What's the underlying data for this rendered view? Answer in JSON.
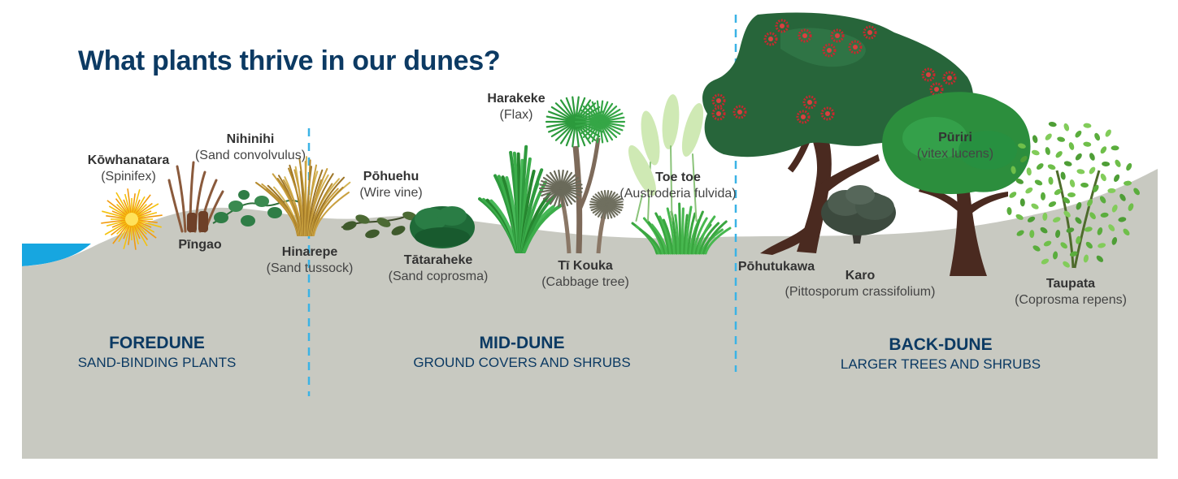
{
  "title": "What plants thrive in our dunes?",
  "zones": [
    {
      "name": "FOREDUNE",
      "description": "SAND-BINDING PLANTS"
    },
    {
      "name": "MID-DUNE",
      "description": "GROUND COVERS AND SHRUBS"
    },
    {
      "name": "BACK-DUNE",
      "description": "LARGER TREES AND SHRUBS"
    }
  ],
  "plants": [
    {
      "name": "Kōwhanatara",
      "alt": "(Spinifex)"
    },
    {
      "name": "Nihinihi",
      "alt": "(Sand convolvulus)"
    },
    {
      "name": "Pīngao",
      "alt": ""
    },
    {
      "name": "Hinarepe",
      "alt": "(Sand tussock)"
    },
    {
      "name": "Pōhuehu",
      "alt": "(Wire vine)"
    },
    {
      "name": "Tātaraheke",
      "alt": "(Sand coprosma)"
    },
    {
      "name": "Harakeke",
      "alt": "(Flax)"
    },
    {
      "name": "Tī Kouka",
      "alt": "(Cabbage tree)"
    },
    {
      "name": "Toe toe",
      "alt": "(Austroderia fulvida)"
    },
    {
      "name": "Pōhutukawa",
      "alt": ""
    },
    {
      "name": "Karo",
      "alt": "(Pittosporum crassifolium)"
    },
    {
      "name": "Pūriri",
      "alt": "(vitex lucens)"
    },
    {
      "name": "Taupata",
      "alt": "(Coprosma repens)"
    }
  ],
  "colors": {
    "title": "#0c3a63",
    "sand": "#c8c9c1",
    "sea": "#17a6e0",
    "divider": "#3bb3e6",
    "pohutukawa_canopy": "#27653a",
    "pohutukawa_flowers": "#c8282e",
    "puriri_canopy": "#2c8e3d",
    "trunk": "#4a2a20",
    "spinifex": "#f4c20d"
  }
}
